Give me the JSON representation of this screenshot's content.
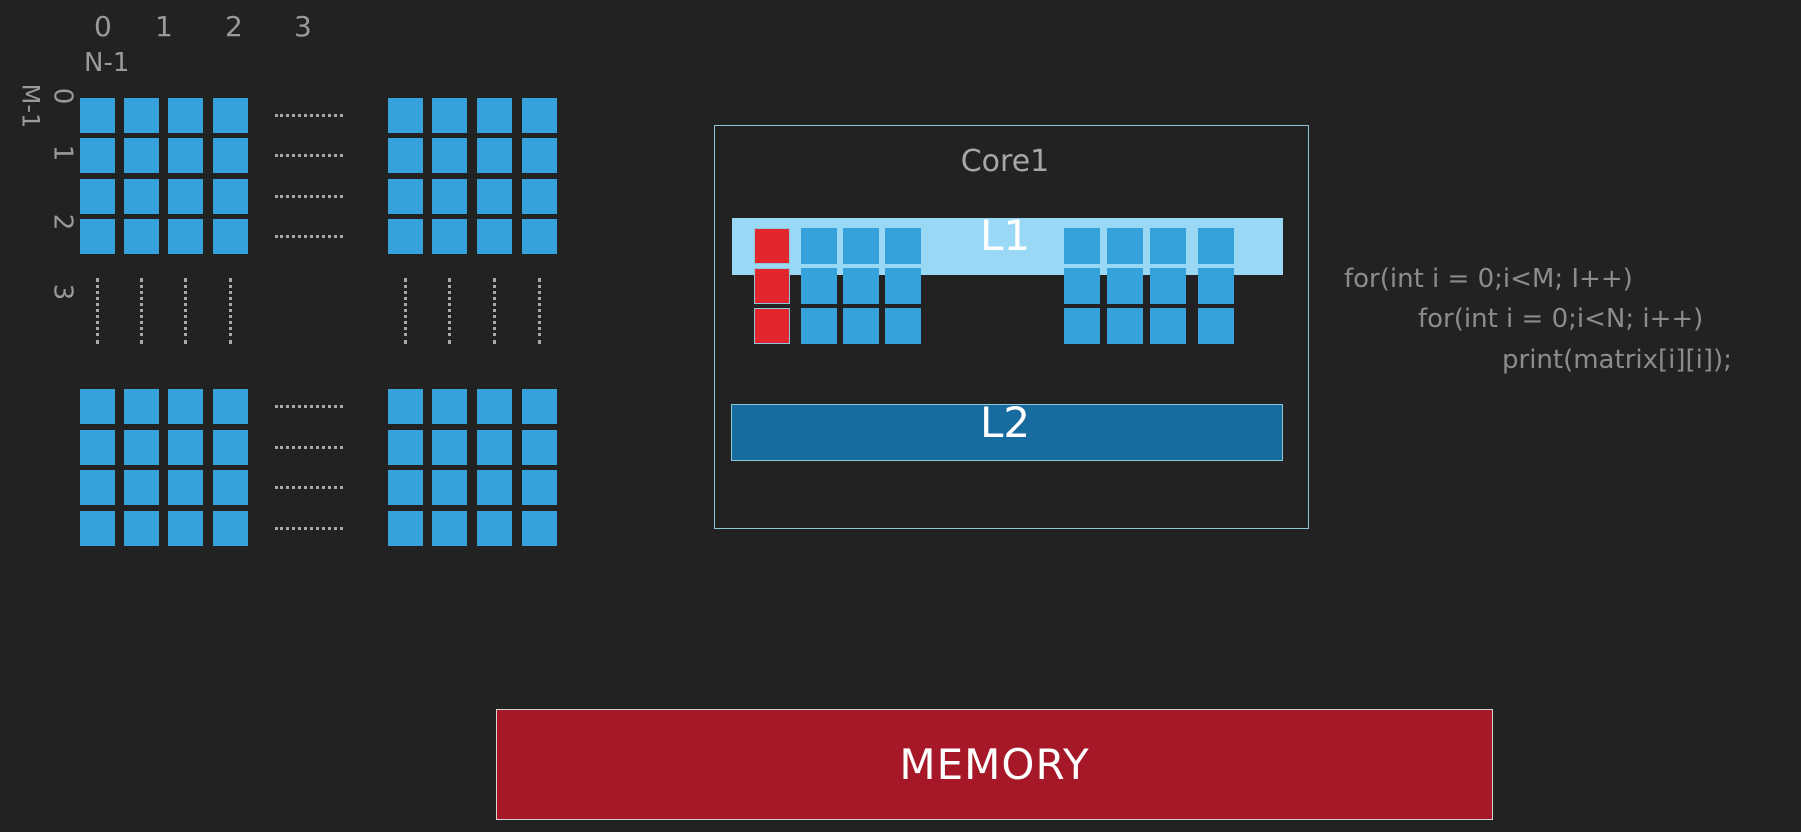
{
  "matrix": {
    "col_labels": [
      "0",
      "1",
      "2",
      "3"
    ],
    "col_last_label": "N-1",
    "row_labels": [
      "0",
      "1",
      "2",
      "3"
    ],
    "row_last_label": "M-1"
  },
  "core": {
    "title": "Core1",
    "l1_label": "L1",
    "l2_label": "L2"
  },
  "code": {
    "line1": "for(int i = 0;i<M; I++)",
    "line2": "for(int i = 0;i<N; i++)",
    "line3": "print(matrix[i][i]);"
  },
  "memory": {
    "label": "MEMORY"
  },
  "colors": {
    "background": "#222222",
    "cell_blue": "#35a2dc",
    "l1_light_blue": "#99d9f5",
    "l2_dark_blue": "#176b9e",
    "cached_red": "#e2262e",
    "memory_red": "#a61727"
  }
}
